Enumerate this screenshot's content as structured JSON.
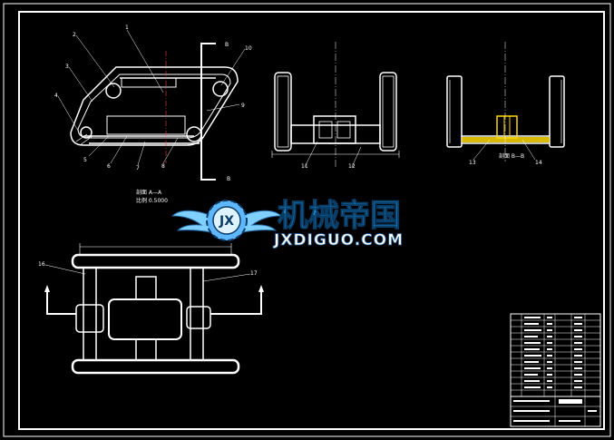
{
  "view_a": {
    "section_label": "剖面 A—A",
    "scale_label": "比例 0.5000",
    "callouts": [
      "1",
      "2",
      "3",
      "4",
      "5",
      "6",
      "7",
      "8",
      "9",
      "10"
    ]
  },
  "view_front": {
    "callouts": [
      "11",
      "12"
    ]
  },
  "view_b": {
    "section_label": "剖面 B—B",
    "callouts": [
      "13",
      "14"
    ]
  },
  "view_plan": {
    "callouts": [
      "16",
      "17"
    ]
  },
  "cut_marks": {
    "upper": "B",
    "lower": "B"
  },
  "watermark": {
    "logo_text": "JX",
    "name_cn": "机械帝国",
    "name_en": "JXDIGUO.COM"
  },
  "colors": {
    "background": "#000000",
    "lines": "#ffffff",
    "center_lines": "#ff4040",
    "accent": "#ffd800",
    "watermark_blue": "#1e90d6"
  }
}
